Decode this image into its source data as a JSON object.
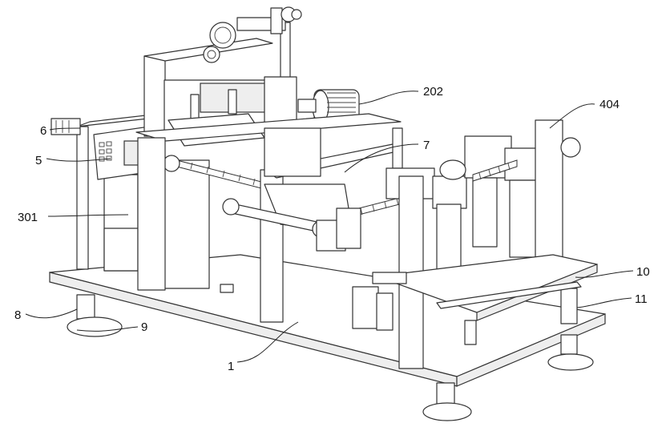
{
  "labels": {
    "l_202": "202",
    "l_404": "404",
    "l_6": "6",
    "l_7": "7",
    "l_5": "5",
    "l_301": "301",
    "l_10": "10",
    "l_11": "11",
    "l_8": "8",
    "l_9": "9",
    "l_1": "1"
  }
}
